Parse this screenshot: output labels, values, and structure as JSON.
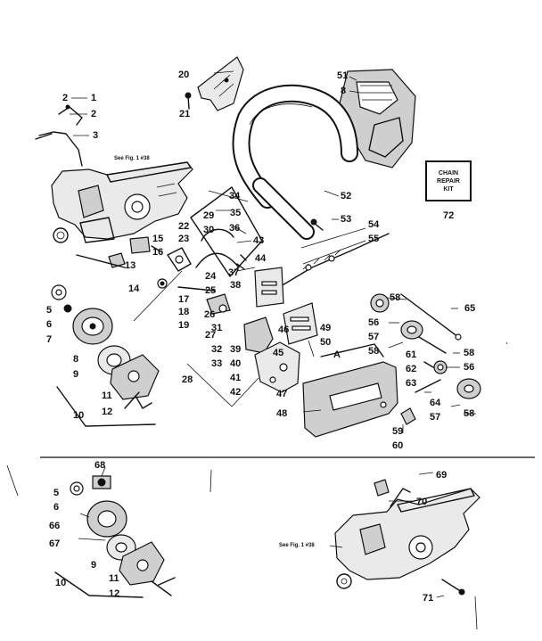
{
  "kit": {
    "line1": "CHAIN",
    "line2": "REPAIR",
    "line3": "KIT",
    "number": "72"
  },
  "notes": {
    "upper": "See Fig. 1 #38",
    "lower": "See Fig. 1 #38"
  },
  "callouts": {
    "c1": "1",
    "c2": "2",
    "c2a": "2",
    "c3": "3",
    "c5": "5",
    "c6": "6",
    "c7": "7",
    "c8": "8",
    "c8b": "8",
    "c9": "9",
    "c10": "10",
    "c11": "11",
    "c12": "12",
    "c13": "13",
    "c14": "14",
    "c15": "15",
    "c16": "16",
    "c17": "17",
    "c18": "18",
    "c19": "19",
    "c20": "20",
    "c21": "21",
    "c22": "22",
    "c23": "23",
    "c24": "24",
    "c25": "25",
    "c26": "26",
    "c27": "27",
    "c28": "28",
    "c29": "29",
    "c30": "30",
    "c31": "31",
    "c32": "32",
    "c33": "33",
    "c34": "34",
    "c35": "35",
    "c36": "36",
    "c37": "37",
    "c38": "38",
    "c39": "39",
    "c40": "40",
    "c41": "41",
    "c42": "42",
    "c43": "43",
    "c44": "44",
    "c45": "45",
    "c46": "46",
    "c47": "47",
    "c48": "48",
    "c49": "49",
    "c50": "50",
    "cA": "A",
    "c51": "51",
    "c52": "52",
    "c53": "53",
    "c54": "54",
    "c55": "55",
    "c56": "56",
    "c56b": "56",
    "c57": "57",
    "c57b": "57",
    "c58": "58",
    "c58b": "58",
    "c58c": "58",
    "c58d": "58",
    "c59": "59",
    "c60": "60",
    "c61": "61",
    "c62": "62",
    "c63": "63",
    "c64": "64",
    "c65": "65",
    "l5": "5",
    "l6": "6",
    "l9": "9",
    "l10": "10",
    "l11": "11",
    "l12": "12",
    "c66": "66",
    "c67": "67",
    "c68": "68",
    "c69": "69",
    "c70": "70",
    "c71": "71"
  }
}
